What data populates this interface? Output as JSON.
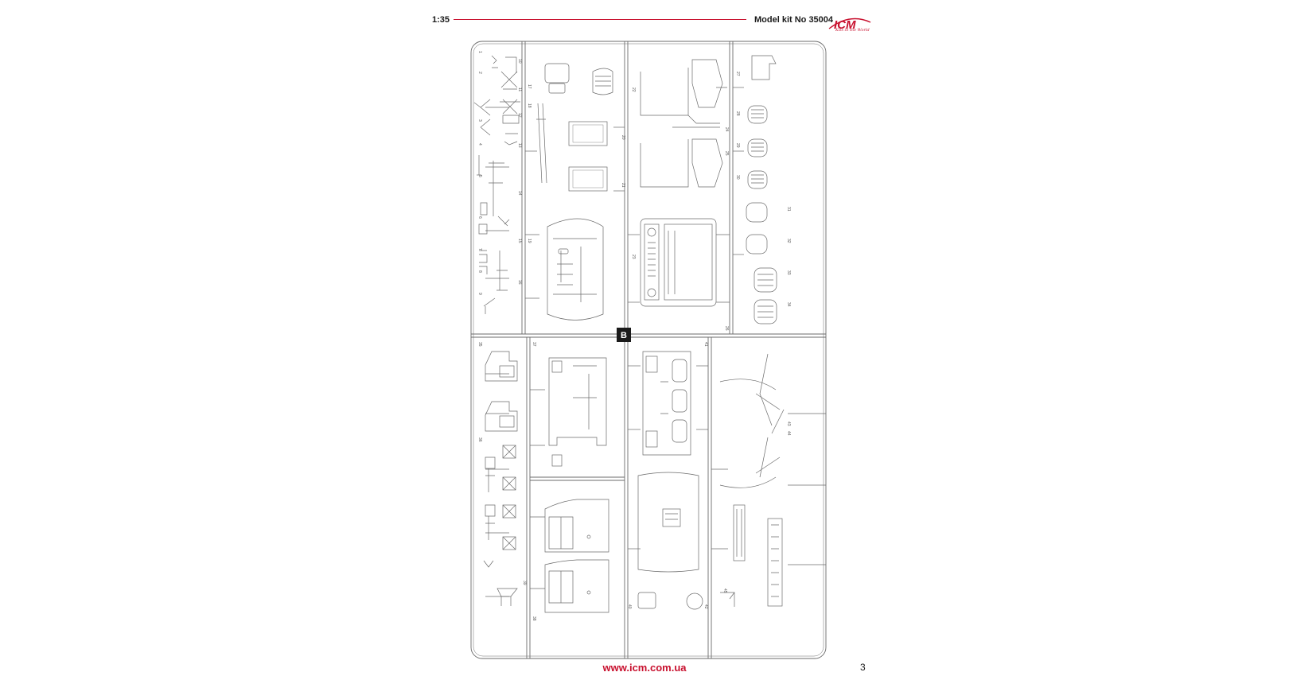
{
  "header": {
    "scale": "1:35",
    "kit_label": "Model kit No 35004",
    "brand": "ICM",
    "slogan": "Kits in the World"
  },
  "sprue": {
    "label": "B"
  },
  "part_numbers": [
    "1",
    "2",
    "3",
    "4",
    "5",
    "6",
    "7",
    "8",
    "9",
    "10",
    "11",
    "12",
    "13",
    "14",
    "15",
    "16",
    "17",
    "18",
    "19",
    "20",
    "21",
    "22",
    "23",
    "24",
    "25",
    "26",
    "27",
    "28",
    "29",
    "30",
    "31",
    "32",
    "33",
    "34",
    "35",
    "36",
    "37",
    "38",
    "39",
    "40",
    "41",
    "42",
    "43",
    "44",
    "45"
  ],
  "footer": {
    "url": "www.icm.com.ua",
    "page_number": "3"
  },
  "colors": {
    "accent": "#c8102e",
    "line": "#6b6b6b",
    "badge": "#1a1a1a"
  }
}
